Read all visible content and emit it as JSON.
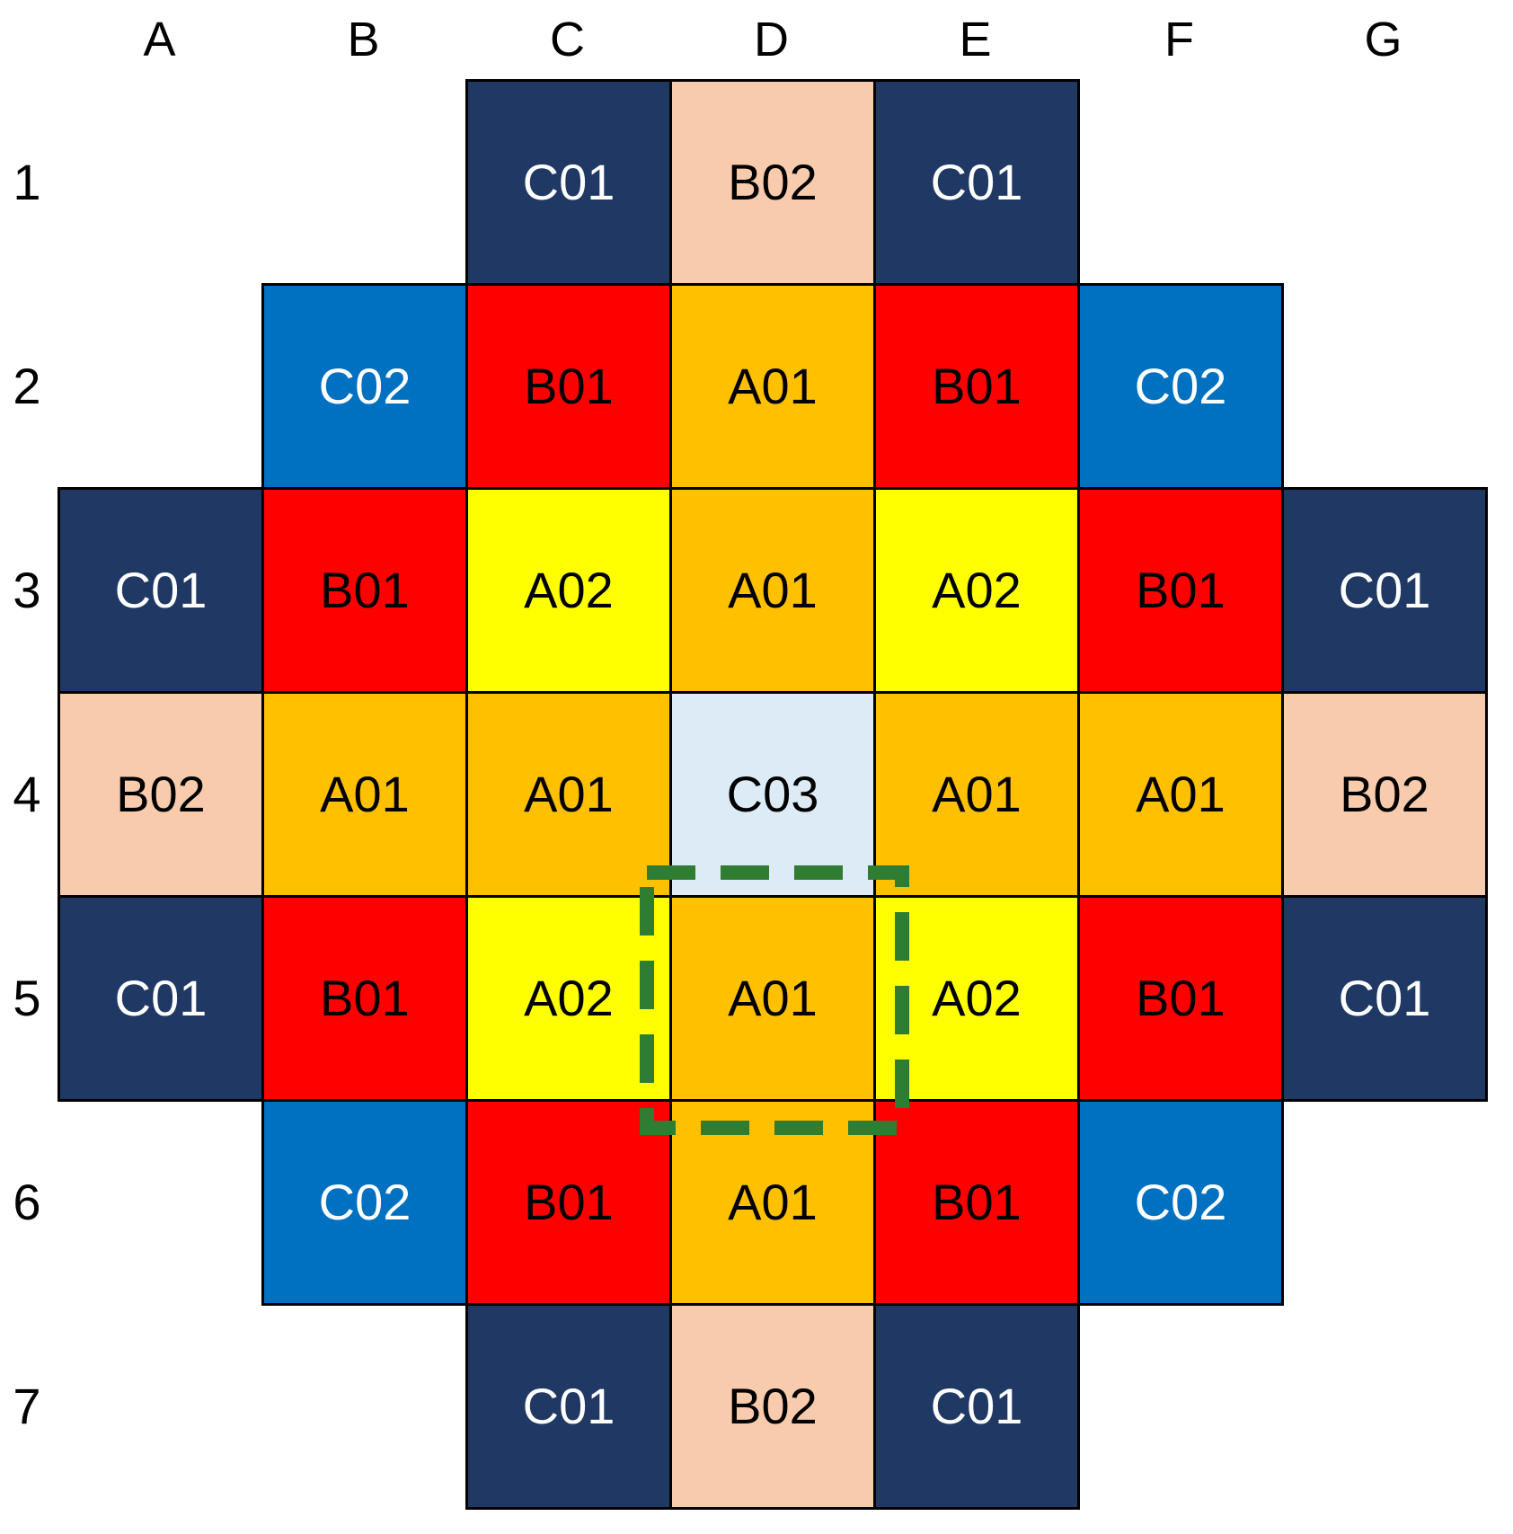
{
  "grid": {
    "column_labels": [
      "A",
      "B",
      "C",
      "D",
      "E",
      "F",
      "G"
    ],
    "row_labels": [
      "1",
      "2",
      "3",
      "4",
      "5",
      "6",
      "7"
    ],
    "cells": [
      {
        "pos": "C1",
        "col": "C",
        "row": "1",
        "code": "C01"
      },
      {
        "pos": "D1",
        "col": "D",
        "row": "1",
        "code": "B02"
      },
      {
        "pos": "E1",
        "col": "E",
        "row": "1",
        "code": "C01"
      },
      {
        "pos": "B2",
        "col": "B",
        "row": "2",
        "code": "C02"
      },
      {
        "pos": "C2",
        "col": "C",
        "row": "2",
        "code": "B01"
      },
      {
        "pos": "D2",
        "col": "D",
        "row": "2",
        "code": "A01"
      },
      {
        "pos": "E2",
        "col": "E",
        "row": "2",
        "code": "B01"
      },
      {
        "pos": "F2",
        "col": "F",
        "row": "2",
        "code": "C02"
      },
      {
        "pos": "A3",
        "col": "A",
        "row": "3",
        "code": "C01"
      },
      {
        "pos": "B3",
        "col": "B",
        "row": "3",
        "code": "B01"
      },
      {
        "pos": "C3",
        "col": "C",
        "row": "3",
        "code": "A02"
      },
      {
        "pos": "D3",
        "col": "D",
        "row": "3",
        "code": "A01"
      },
      {
        "pos": "E3",
        "col": "E",
        "row": "3",
        "code": "A02"
      },
      {
        "pos": "F3",
        "col": "F",
        "row": "3",
        "code": "B01"
      },
      {
        "pos": "G3",
        "col": "G",
        "row": "3",
        "code": "C01"
      },
      {
        "pos": "A4",
        "col": "A",
        "row": "4",
        "code": "B02"
      },
      {
        "pos": "B4",
        "col": "B",
        "row": "4",
        "code": "A01"
      },
      {
        "pos": "C4",
        "col": "C",
        "row": "4",
        "code": "A01"
      },
      {
        "pos": "D4",
        "col": "D",
        "row": "4",
        "code": "C03"
      },
      {
        "pos": "E4",
        "col": "E",
        "row": "4",
        "code": "A01"
      },
      {
        "pos": "F4",
        "col": "F",
        "row": "4",
        "code": "A01"
      },
      {
        "pos": "G4",
        "col": "G",
        "row": "4",
        "code": "B02"
      },
      {
        "pos": "A5",
        "col": "A",
        "row": "5",
        "code": "C01"
      },
      {
        "pos": "B5",
        "col": "B",
        "row": "5",
        "code": "B01"
      },
      {
        "pos": "C5",
        "col": "C",
        "row": "5",
        "code": "A02"
      },
      {
        "pos": "D5",
        "col": "D",
        "row": "5",
        "code": "A01"
      },
      {
        "pos": "E5",
        "col": "E",
        "row": "5",
        "code": "A02"
      },
      {
        "pos": "F5",
        "col": "F",
        "row": "5",
        "code": "B01"
      },
      {
        "pos": "G5",
        "col": "G",
        "row": "5",
        "code": "C01"
      },
      {
        "pos": "B6",
        "col": "B",
        "row": "6",
        "code": "C02"
      },
      {
        "pos": "C6",
        "col": "C",
        "row": "6",
        "code": "B01"
      },
      {
        "pos": "D6",
        "col": "D",
        "row": "6",
        "code": "A01"
      },
      {
        "pos": "E6",
        "col": "E",
        "row": "6",
        "code": "B01"
      },
      {
        "pos": "F6",
        "col": "F",
        "row": "6",
        "code": "C02"
      },
      {
        "pos": "C7",
        "col": "C",
        "row": "7",
        "code": "C01"
      },
      {
        "pos": "D7",
        "col": "D",
        "row": "7",
        "code": "B02"
      },
      {
        "pos": "E7",
        "col": "E",
        "row": "7",
        "code": "C01"
      }
    ],
    "legend": {
      "A01": {
        "fill": "#FFC000",
        "text": "#000000"
      },
      "A02": {
        "fill": "#FFFF00",
        "text": "#000000"
      },
      "B01": {
        "fill": "#FF0000",
        "text": "#000000"
      },
      "B02": {
        "fill": "#F8CBAD",
        "text": "#000000"
      },
      "C01": {
        "fill": "#1F3864",
        "text": "#FFFFFF"
      },
      "C02": {
        "fill": "#0070C0",
        "text": "#FFFFFF"
      },
      "C03": {
        "fill": "#DDEBF7",
        "text": "#000000"
      }
    },
    "border_color": "#000000",
    "highlight": {
      "style": "dashed-box",
      "around": "D5",
      "color": "#2E7D32"
    }
  }
}
